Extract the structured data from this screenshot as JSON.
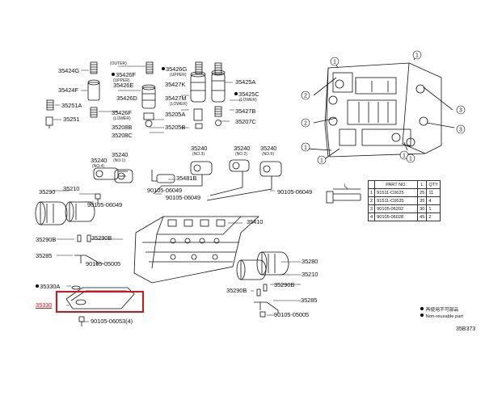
{
  "diagram_title": "",
  "labels": {
    "l35424g": "35424G",
    "l35426f_top": "35426F",
    "l35424f": "35424F",
    "l35251a": "35251A",
    "l35426f_bottom": "35426F",
    "l35251": "35251",
    "l35426e": "35426E",
    "l35426d": "35426D",
    "l35427m": "35427M",
    "l35205a": "35205A",
    "l35208b": "35208B",
    "l35208c": "35208C",
    "l35205b": "35205B",
    "l35426g": "35426G",
    "l35427k": "35427K",
    "l35425a": "35425A",
    "l35425c": "35425C",
    "l35427b": "35427B",
    "l35207c": "35207C",
    "l35240_a": "35240",
    "l35240_b": "35240",
    "l35240_c": "35240",
    "l35240_d": "35240",
    "l35240_e": "35240",
    "l35481b": "35481B",
    "l35290": "35290",
    "l35210_left": "35210",
    "l90105_06049_a": "90105-06049",
    "l90105_06049_b": "90105-06049",
    "l90105_06049_c": "90105-06049",
    "l90105_06049_d": "90105-06049",
    "l35410": "35410",
    "l35290b_left": "35290B",
    "l35290b_mid": "35290B",
    "l35285_left": "35285",
    "l90105_05005_a": "90105-05005",
    "l35280": "35280",
    "l35210_right": "35210",
    "l35330a": "35330A",
    "l35290b_r1": "35290B",
    "l35290b_r2": "35290B",
    "l35285_right": "35285",
    "l90105_05005_b": "90105-05005",
    "l35330": "35330",
    "l90105_06053": "90105-06053(4)"
  },
  "sublabels": {
    "outer": "(OUTER)",
    "upper_a": "(UPPER)",
    "upper_b": "(UPPER)",
    "lower_a": "(LOWER)",
    "lower_b": "(LOWER)",
    "lower_c": "(LOWER)",
    "no4": "(NO.4)",
    "no1": "(NO.1)",
    "no3": "(NO.3)",
    "no2": "(NO.2)",
    "no5": "(NO.5)"
  },
  "callouts": [
    "2",
    "2",
    "3",
    "3",
    "1",
    "1",
    "1",
    "1",
    "1",
    "1"
  ],
  "table": {
    "headers": [
      "",
      "PART NO.",
      "L",
      "QTY"
    ],
    "rows": [
      [
        "1",
        "91511-C0625",
        "25",
        "11"
      ],
      [
        "2",
        "91511-C0635",
        "35",
        "4"
      ],
      [
        "3",
        "90105-06202",
        "30",
        "1"
      ],
      [
        "4",
        "90105-06028",
        "45",
        "2"
      ]
    ]
  },
  "dimension_label": "L",
  "legend": {
    "line1": "再使用不可部品",
    "line2": "Non-reusable part"
  },
  "reference": "35B373",
  "highlight_color": "#d8121a"
}
